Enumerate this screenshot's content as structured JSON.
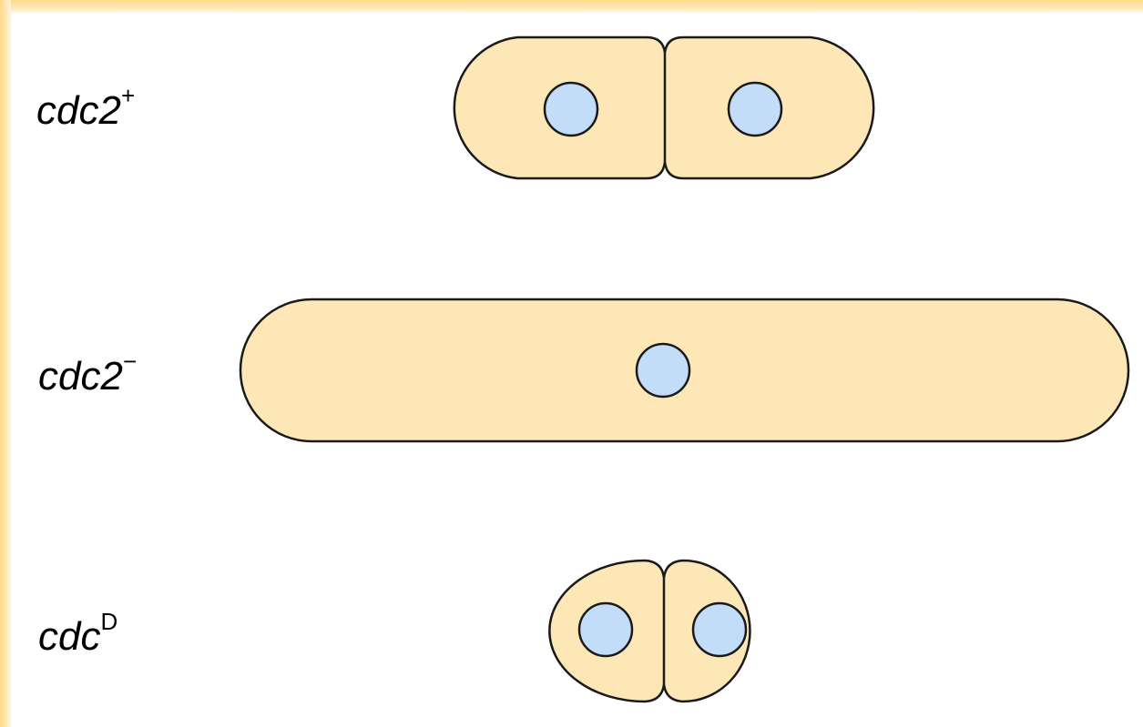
{
  "rows": [
    {
      "gene": "cdc2",
      "superscript": "+",
      "cell_state": "dividing",
      "nuclei": 2
    },
    {
      "gene": "cdc2",
      "superscript": "−",
      "cell_state": "elongated",
      "nuclei": 1
    },
    {
      "gene": "cdc",
      "superscript": "D",
      "cell_state": "dividing",
      "nuclei": 2
    }
  ],
  "colors": {
    "cell_fill": "#fde7b6",
    "cell_outline": "#1a1a1a",
    "nucleus_fill": "#c3dcf7",
    "frame": "#ffd98a"
  }
}
